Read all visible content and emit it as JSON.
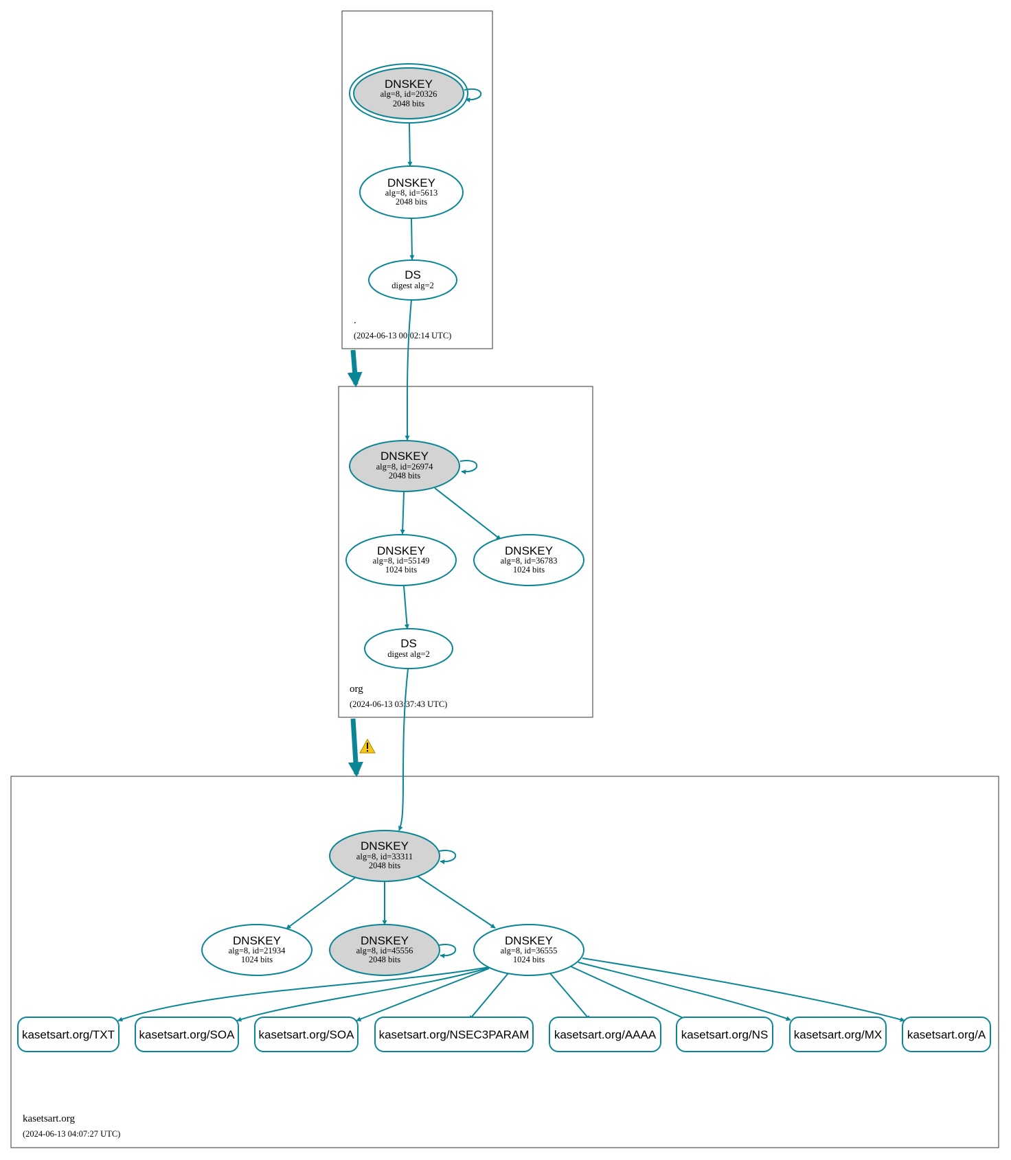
{
  "zones": [
    {
      "name": ".",
      "timestamp": "(2024-06-13 00:02:14 UTC)"
    },
    {
      "name": "org",
      "timestamp": "(2024-06-13 03:37:43 UTC)"
    },
    {
      "name": "kasetsart.org",
      "timestamp": "(2024-06-13 04:07:27 UTC)"
    }
  ],
  "root": {
    "ksk": {
      "type": "DNSKEY",
      "detail": "alg=8, id=20326",
      "size": "2048 bits"
    },
    "zsk": {
      "type": "DNSKEY",
      "detail": "alg=8, id=5613",
      "size": "2048 bits"
    },
    "ds": {
      "type": "DS",
      "detail": "digest alg=2"
    }
  },
  "org": {
    "ksk": {
      "type": "DNSKEY",
      "detail": "alg=8, id=26974",
      "size": "2048 bits"
    },
    "zsk1": {
      "type": "DNSKEY",
      "detail": "alg=8, id=55149",
      "size": "1024 bits"
    },
    "zsk2": {
      "type": "DNSKEY",
      "detail": "alg=8, id=36783",
      "size": "1024 bits"
    },
    "ds": {
      "type": "DS",
      "detail": "digest alg=2"
    }
  },
  "kasetsart": {
    "ksk": {
      "type": "DNSKEY",
      "detail": "alg=8, id=33311",
      "size": "2048 bits"
    },
    "key21934": {
      "type": "DNSKEY",
      "detail": "alg=8, id=21934",
      "size": "1024 bits"
    },
    "key45556": {
      "type": "DNSKEY",
      "detail": "alg=8, id=45556",
      "size": "2048 bits"
    },
    "key36555": {
      "type": "DNSKEY",
      "detail": "alg=8, id=36555",
      "size": "1024 bits"
    },
    "rrsets": [
      "kasetsart.org/TXT",
      "kasetsart.org/SOA",
      "kasetsart.org/SOA",
      "kasetsart.org/NSEC3PARAM",
      "kasetsart.org/AAAA",
      "kasetsart.org/NS",
      "kasetsart.org/MX",
      "kasetsart.org/A"
    ]
  },
  "warning_icon": "warning-triangle-icon",
  "colors": {
    "edge": "#0a8595",
    "sep_fill": "#d3d3d3",
    "box": "#555555",
    "warning": "#f5c518"
  }
}
